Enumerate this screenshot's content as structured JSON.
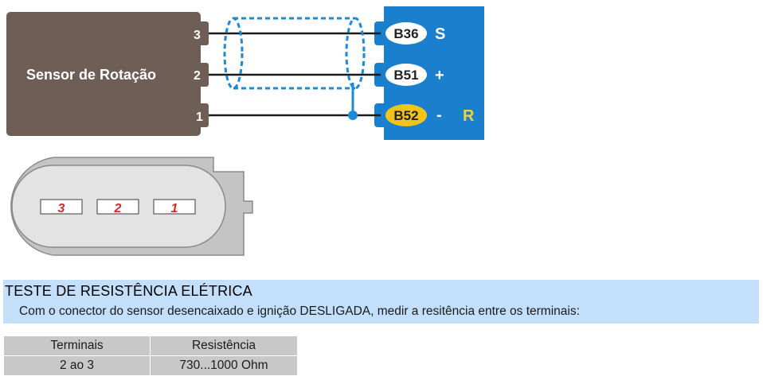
{
  "diagram": {
    "sensor": {
      "label": "Sensor de Rotação",
      "pins": [
        "3",
        "2",
        "1"
      ]
    },
    "ecu_terminals": [
      {
        "id": "B36",
        "function": "S",
        "extra": "",
        "highlight": false
      },
      {
        "id": "B51",
        "function": "+",
        "extra": "",
        "highlight": false
      },
      {
        "id": "B52",
        "function": "-",
        "extra": "R",
        "highlight": true
      }
    ],
    "connector_pins": [
      "3",
      "2",
      "1"
    ],
    "colors": {
      "sensor_body": "#6e5e56",
      "ecu_body": "#1a7fcc",
      "shield": "#1a8ad8",
      "wire": "#1a1a1a",
      "terminal_normal": "#ffffff",
      "terminal_highlight": "#f2c419",
      "connector_outer": "#c4c4c4",
      "connector_inner": "#e3e3e3",
      "pin_number": "#d42a2a"
    }
  },
  "test": {
    "title": "TESTE DE RESISTÊNCIA ELÉTRICA",
    "description": "Com o conector do sensor desencaixado e ignição DESLIGADA, medir a resitência entre os terminais:"
  },
  "table": {
    "headers": [
      "Terminais",
      "Resistência"
    ],
    "rows": [
      [
        "2 ao 3",
        "730...1000 Ohm"
      ]
    ]
  }
}
